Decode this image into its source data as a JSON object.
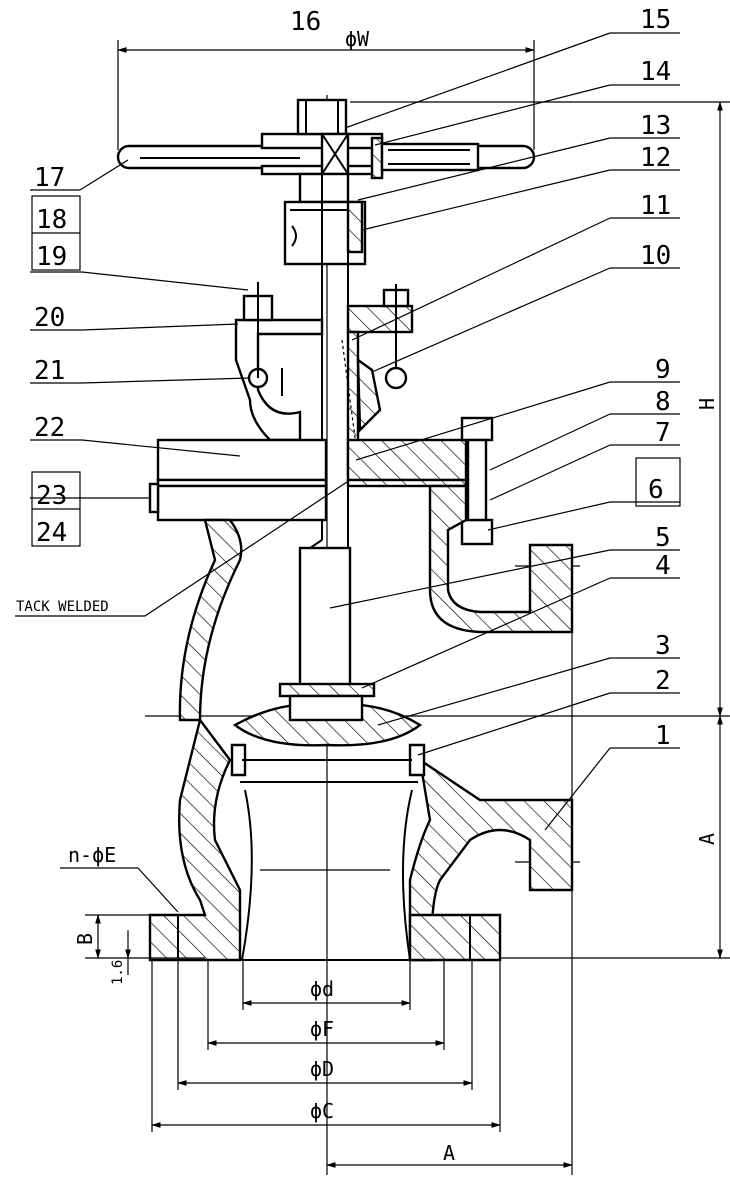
{
  "part_numbers": [
    "1",
    "2",
    "3",
    "4",
    "5",
    "6",
    "7",
    "8",
    "9",
    "10",
    "11",
    "12",
    "13",
    "14",
    "15",
    "16",
    "17",
    "18",
    "19",
    "20",
    "21",
    "22",
    "23",
    "24"
  ],
  "note_tack_welded": "TACK WELDED",
  "dimensions": {
    "W": "ϕW",
    "H": "H",
    "A_vertical": "A",
    "A_horizontal": "A",
    "B": "B",
    "face": "1.6",
    "nE": "n-ϕE",
    "d": "ϕd",
    "F": "ϕF",
    "D": "ϕD",
    "C": "ϕC"
  }
}
